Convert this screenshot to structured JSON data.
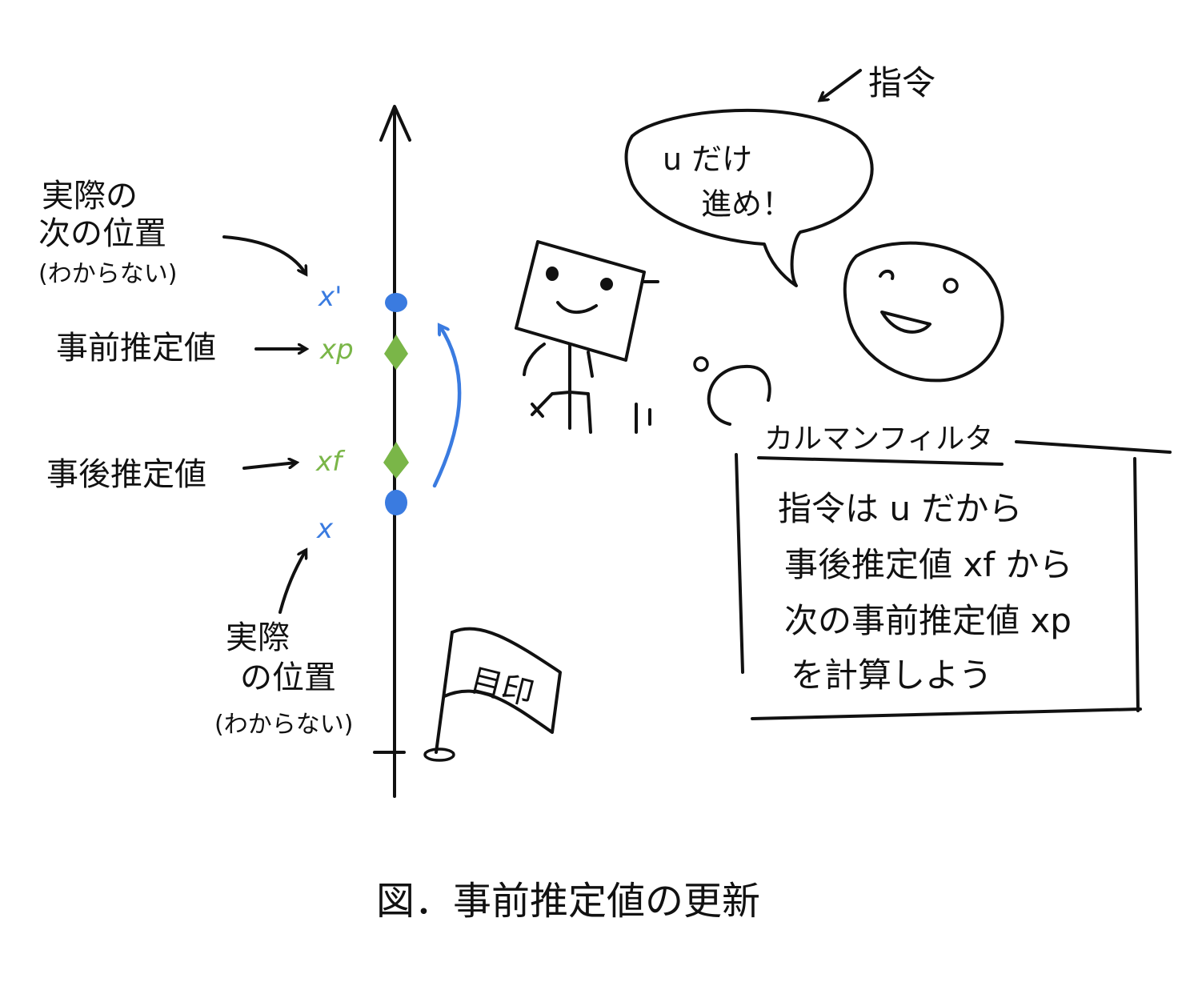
{
  "left_labels": {
    "actual_next_line1": "実際の",
    "actual_next_line2": "次の位置",
    "actual_next_note": "(わからない)",
    "prior_estimate": "事前推定値",
    "posterior_estimate": "事後推定値",
    "actual_line1": "実際",
    "actual_line2": "の位置",
    "actual_note": "(わからない)"
  },
  "axis_symbols": {
    "x_prime": "x'",
    "x_p": "xp",
    "x_f": "xf",
    "x": "x"
  },
  "flag": {
    "label": "目印"
  },
  "speech": {
    "command_label": "指令",
    "bubble_line1": "u だけ",
    "bubble_line2": "進め！"
  },
  "kalman": {
    "title": "カルマンフィルタ",
    "line1": "指令は u だから",
    "line2": "事後推定値 xf から",
    "line3": "次の事前推定値 xp",
    "line4": "を計算しよう"
  },
  "caption": "図．事前推定値の更新",
  "colors": {
    "ink": "#111111",
    "actual": "#3a7be0",
    "estimate": "#7ab648"
  }
}
